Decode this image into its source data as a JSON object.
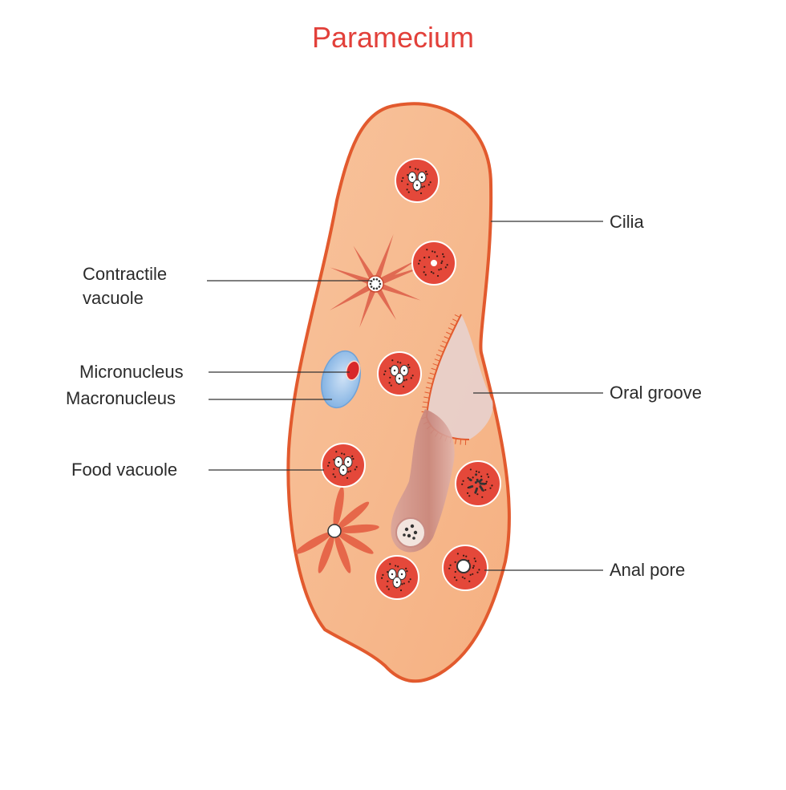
{
  "title": "Paramecium",
  "colors": {
    "title": "#e2403a",
    "cell_fill": "#f7b98c",
    "cell_outline": "#e25a2e",
    "organelle_red": "#e4483a",
    "macronucleus": "#8fb9e6",
    "micronucleus": "#d8282a",
    "oral_groove": "#e7cdc6",
    "gullet": "#c98c84",
    "leader_line": "#333333"
  },
  "labels": {
    "cilia": "Cilia",
    "contractile_vacuole_line1": "Contractile",
    "contractile_vacuole_line2": "vacuole",
    "micronucleus": "Micronucleus",
    "macronucleus": "Macronucleus",
    "oral_groove": "Oral groove",
    "food_vacuole": "Food vacuole",
    "anal_pore": "Anal pore"
  }
}
